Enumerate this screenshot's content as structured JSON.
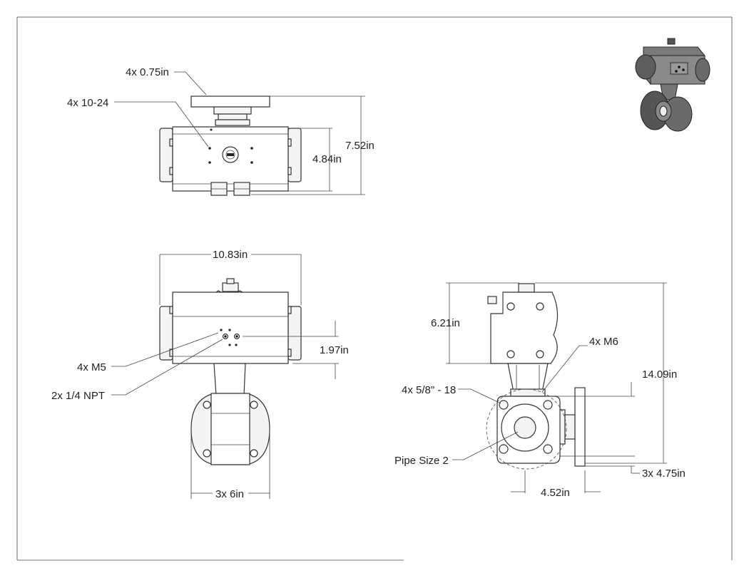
{
  "callouts": {
    "top_bolts": "4x 0.75in",
    "top_thread": "4x 10-24",
    "front_ports": "4x M5",
    "front_npt": "2x 1/4 NPT",
    "side_mount": "4x M6",
    "side_flange_thread": "4x 5/8\" - 18",
    "pipe_size": "Pipe Size 2"
  },
  "dimensions": {
    "top_height": "7.52in",
    "top_body": "4.84in",
    "front_width": "10.83in",
    "front_ports_offset": "1.97in",
    "front_flange": "3x 6in",
    "side_top": "6.21in",
    "side_total": "14.09in",
    "side_bolt_circle": "3x 4.75in",
    "side_width": "4.52in"
  },
  "colors": {
    "line": "#333333",
    "fill": "#f4f4f4",
    "iso_body": "#6e6e6e"
  }
}
